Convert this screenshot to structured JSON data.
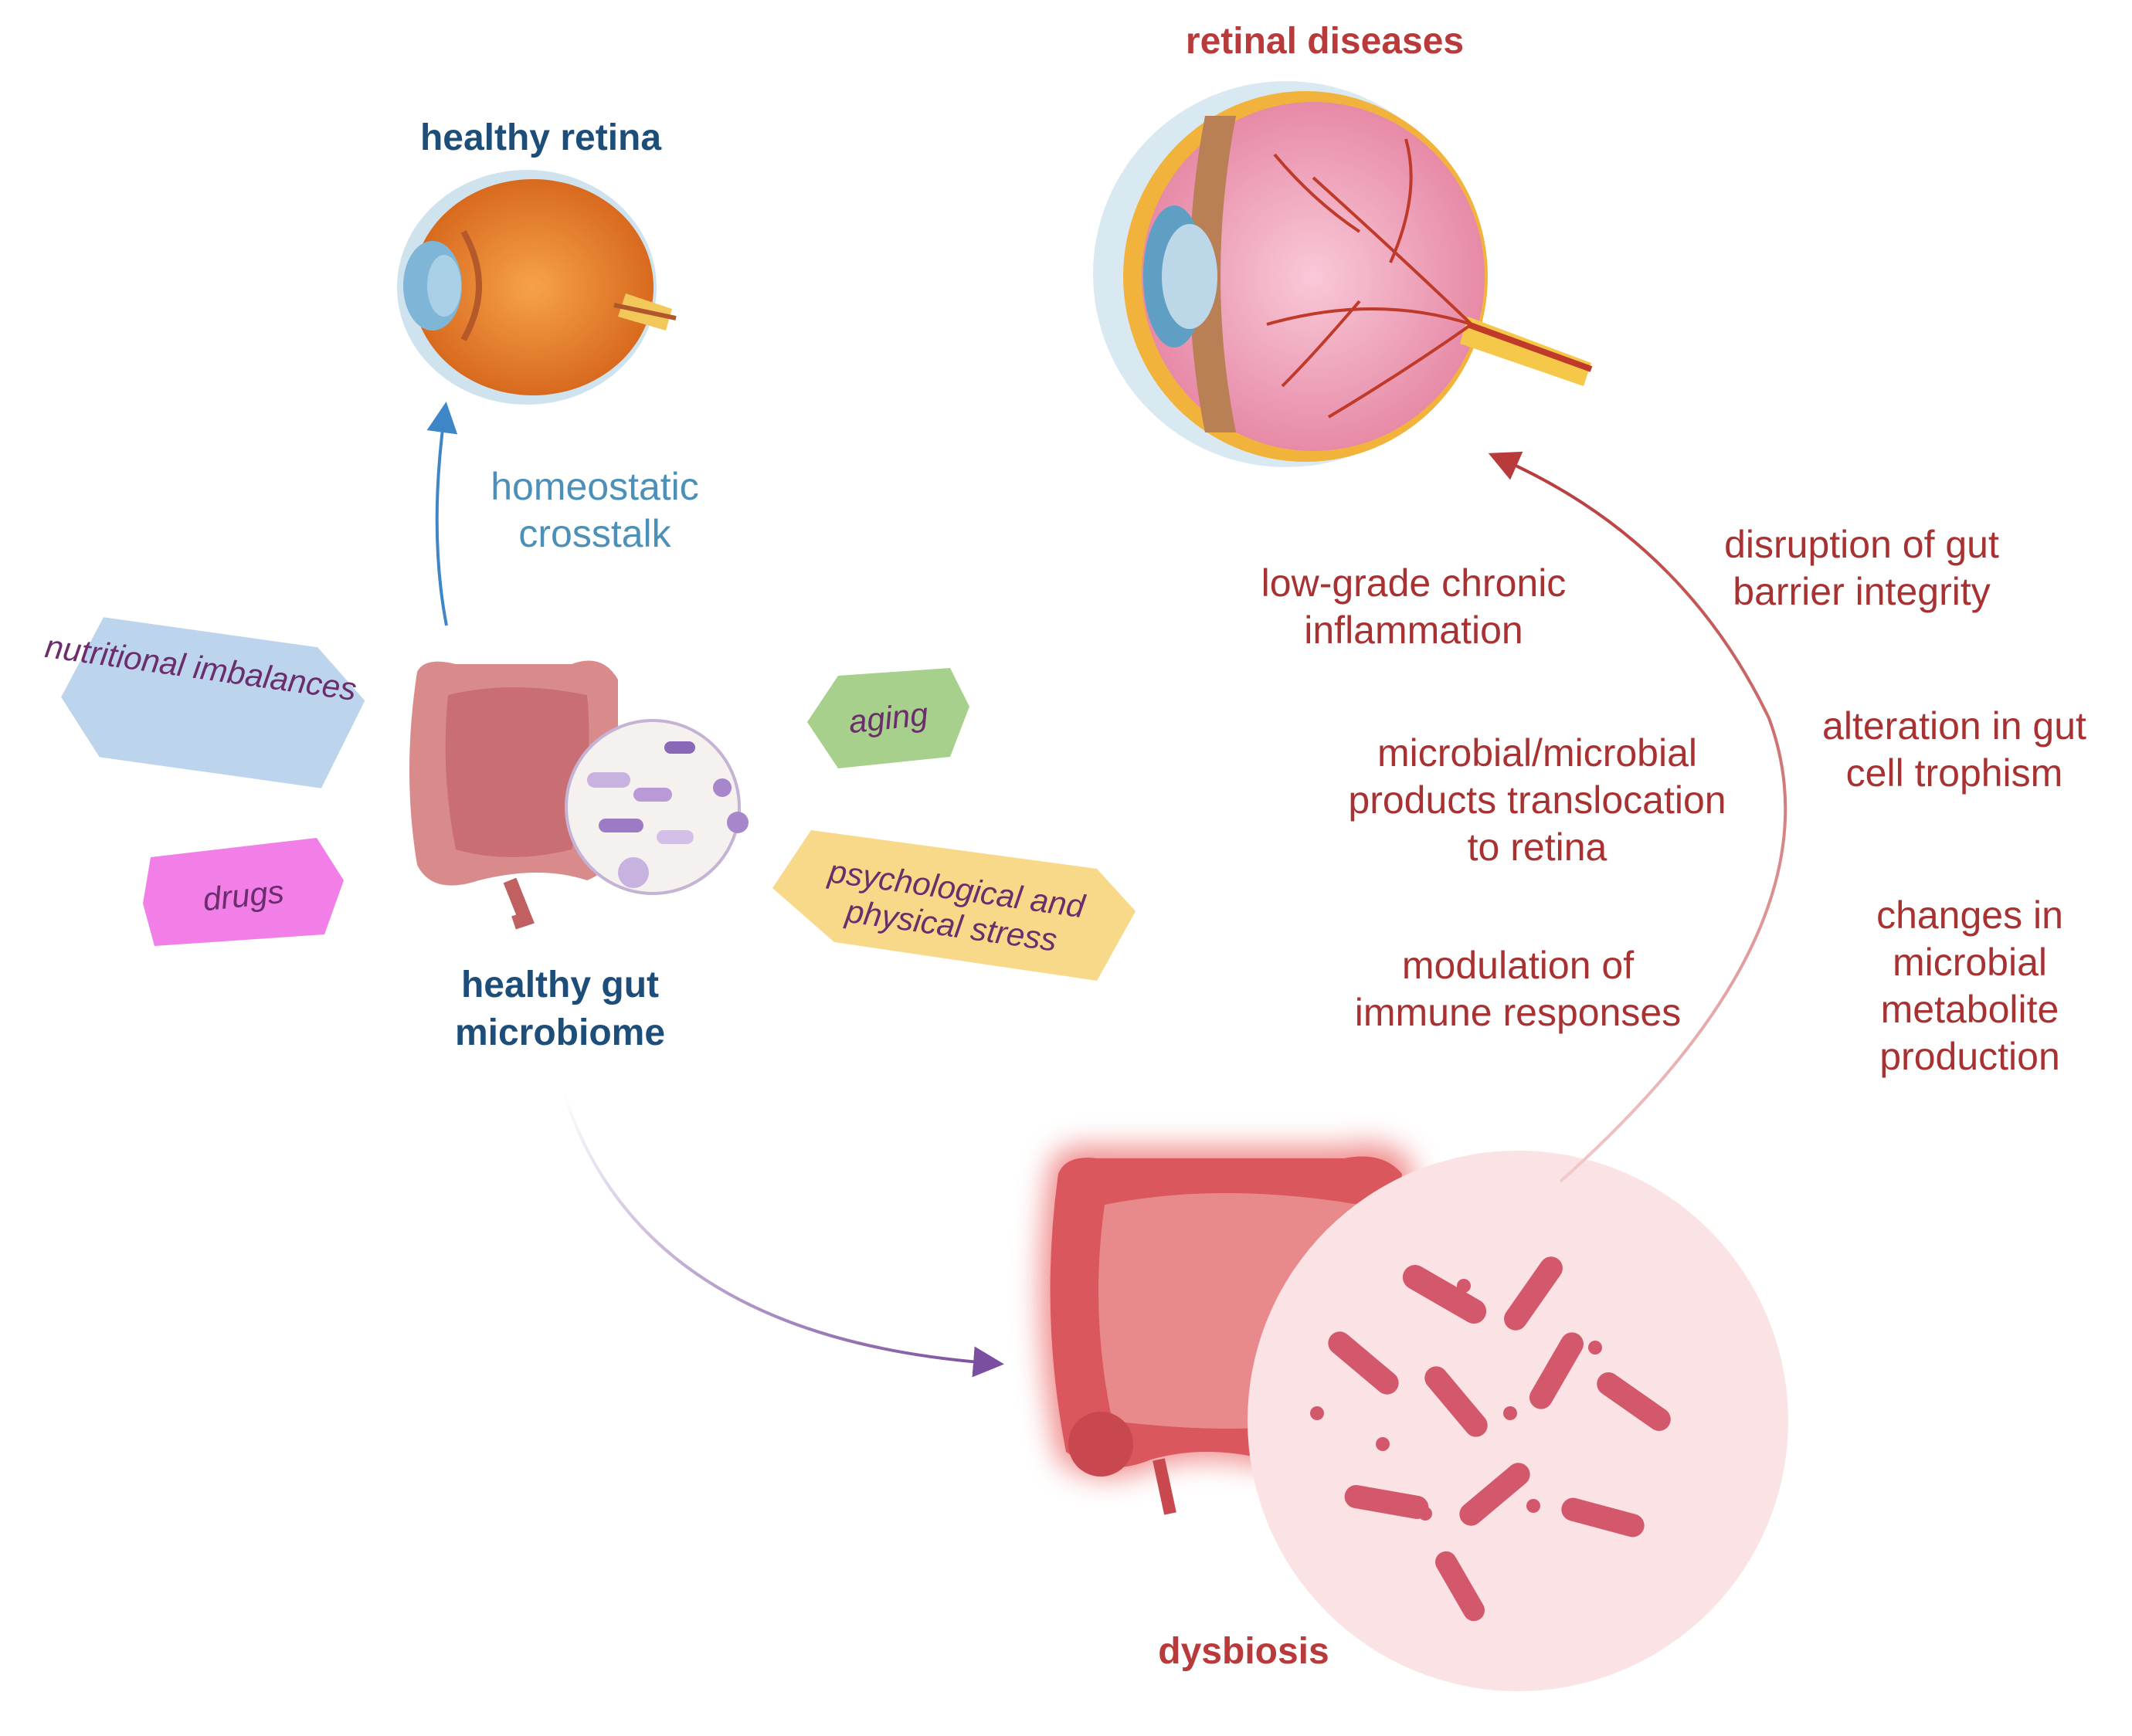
{
  "healthy_retina": {
    "title": "healthy retina"
  },
  "retinal_diseases": {
    "title": "retinal diseases"
  },
  "crosstalk": {
    "label": "homeostatic\ncrosstalk"
  },
  "healthy_gut": {
    "title": "healthy gut\nmicrobiome"
  },
  "dysbiosis": {
    "title": "dysbiosis"
  },
  "factors": {
    "nutrition": "nutritional imbalances",
    "drugs": "drugs",
    "aging": "aging",
    "stress": "psychological and\nphysical stress"
  },
  "mechanisms": {
    "inflammation": "low-grade chronic\ninflammation",
    "translocation": "microbial/microbial\nproducts translocation\nto retina",
    "immune": "modulation of\nimmune responses",
    "barrier": "disruption of gut\nbarrier integrity",
    "trophism": "alteration in gut\ncell trophism",
    "metabolite": "changes in\nmicrobial\nmetabolite\nproduction"
  },
  "colors": {
    "blue_text": "#1d4e7a",
    "red_text": "#b83a3a",
    "teal_text": "#4a90b8",
    "tag_nutrition": "#bcd4ec",
    "tag_drugs": "#f27ee8",
    "tag_aging": "#a6d08c",
    "tag_stress": "#f8d98a",
    "arrow_blue": "#3f86c9",
    "arrow_purple": "#7b4fa0",
    "arrow_red": "#b83a3a"
  }
}
